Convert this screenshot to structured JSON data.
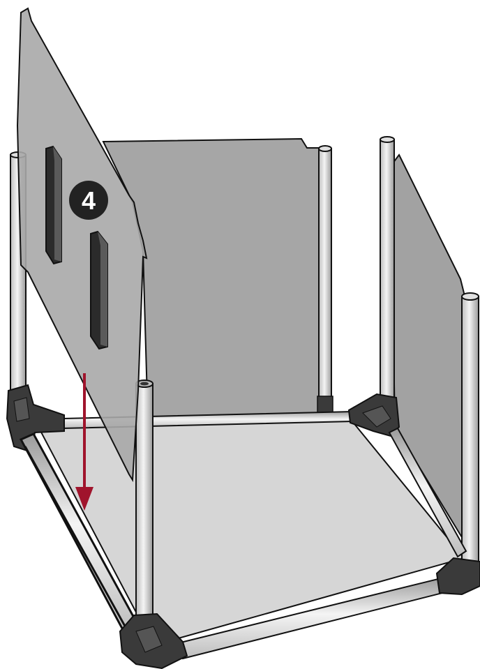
{
  "diagram": {
    "step_number": "4",
    "colors": {
      "background": "#ffffff",
      "panel": "#a9a9a9",
      "panel_dark": "#9e9e9e",
      "floor": "#d6d6d6",
      "outline": "#111111",
      "tube": "#e8e8e8",
      "connector": "#3a3a3a",
      "grip": "#2b2b2b",
      "badge": "#222222",
      "badge_text": "#ffffff",
      "arrow": "#a0142c"
    },
    "arrow_direction": "down",
    "icons": [
      "step-badge",
      "down-arrow"
    ]
  }
}
